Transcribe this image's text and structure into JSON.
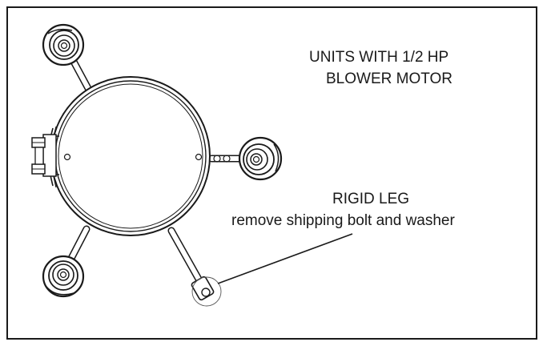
{
  "diagram": {
    "title_line1": "UNITS  WITH 1/2 HP",
    "title_line2": "BLOWER MOTOR",
    "rigid_leg_title": "RIGID LEG",
    "rigid_leg_note": "remove shipping bolt and washer"
  }
}
